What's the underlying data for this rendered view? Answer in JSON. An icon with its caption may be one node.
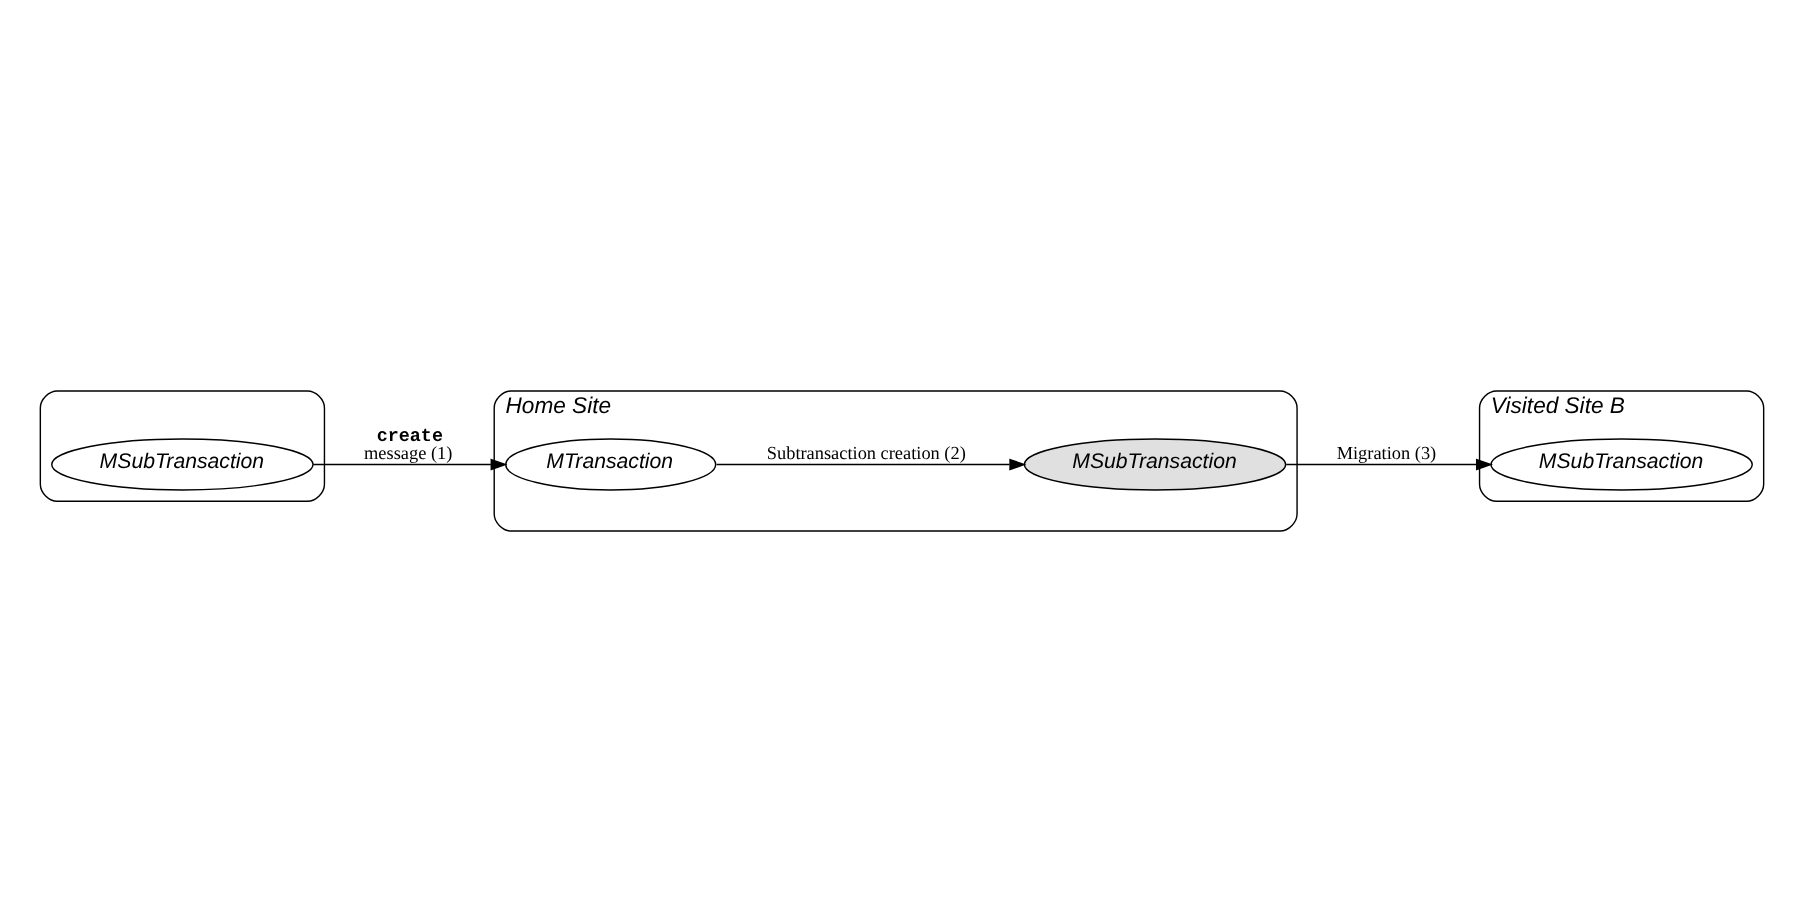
{
  "diagram": {
    "nodes": [
      {
        "text": [
          "Home Site"
        ]
      },
      {
        "text": [
          "MTransaction"
        ],
        "in": 0
      },
      {
        "text": [
          "MSubTransaction"
        ],
        "in": 0
      },
      {
        "text": [],
        "shape": "box"
      },
      {
        "text": [
          "MSubTransaction"
        ],
        "in": 3
      },
      {
        "text": [
          "Visited Site B"
        ]
      },
      {
        "text": [
          "MSubTransaction"
        ],
        "in": 5
      }
    ],
    "edges": [
      {
        "from": 4,
        "to": 1,
        "arrow": "to",
        "label": "**create** message (1)"
      },
      {
        "from": 1,
        "to": 2,
        "arrow": "to",
        "label": "Subtransaction creation (2)"
      },
      {
        "from": 2,
        "to": 6,
        "arrow": "to",
        "label": "Migration (3)"
      }
    ]
  }
}
